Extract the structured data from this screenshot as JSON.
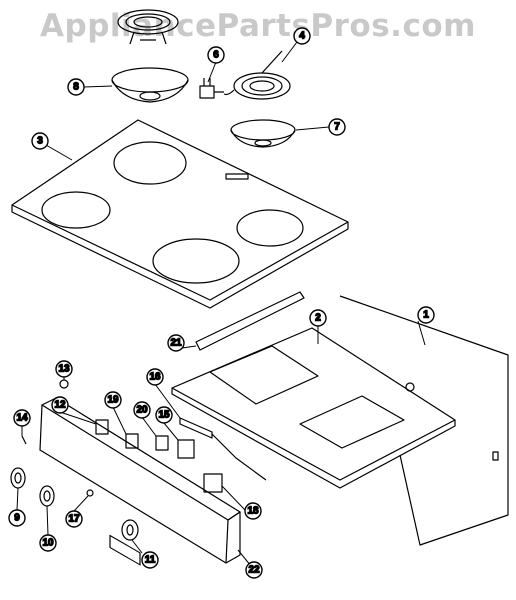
{
  "watermark": "AppliancePartsPros.com",
  "parts": [
    {
      "key": "p1",
      "label": "1"
    },
    {
      "key": "p2",
      "label": "2"
    },
    {
      "key": "p3",
      "label": "3"
    },
    {
      "key": "p4",
      "label": "4"
    },
    {
      "key": "p6",
      "label": "6"
    },
    {
      "key": "p7",
      "label": "7"
    },
    {
      "key": "p8",
      "label": "8"
    },
    {
      "key": "p9",
      "label": "9"
    },
    {
      "key": "p10",
      "label": "10"
    },
    {
      "key": "p11",
      "label": "11"
    },
    {
      "key": "p12",
      "label": "12"
    },
    {
      "key": "p13",
      "label": "13"
    },
    {
      "key": "p14",
      "label": "14"
    },
    {
      "key": "p15",
      "label": "15"
    },
    {
      "key": "p16",
      "label": "16"
    },
    {
      "key": "p17",
      "label": "17"
    },
    {
      "key": "p18",
      "label": "18"
    },
    {
      "key": "p19",
      "label": "19"
    },
    {
      "key": "p20",
      "label": "20"
    },
    {
      "key": "p21",
      "label": "21"
    },
    {
      "key": "p22",
      "label": "22"
    }
  ]
}
